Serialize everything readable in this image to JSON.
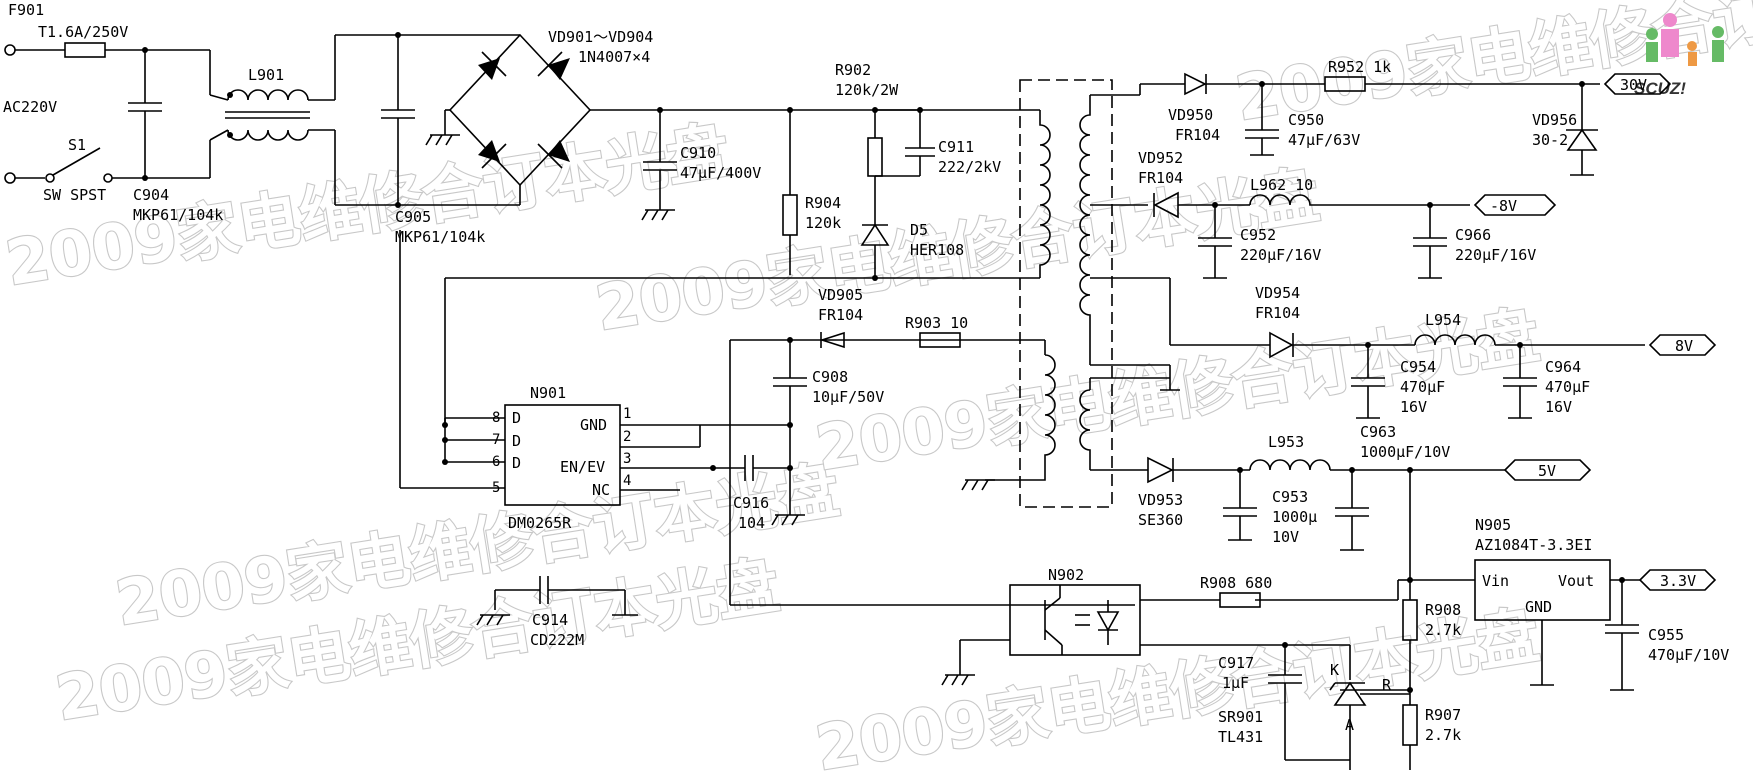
{
  "watermark": "2009家电维修合订本光盘",
  "logo_text": "SCUZ!",
  "labels": {
    "F901": "F901",
    "F901v": "T1.6A/250V",
    "ac": "AC220V",
    "S1": "S1",
    "SW": "SW  SPST",
    "C904": "C904",
    "C904v": "MKP61/104k",
    "L901": "L901",
    "C905": "C905",
    "C905v": "MKP61/104k",
    "VDB": "VD901～VD904",
    "VDBv": "1N4007×4",
    "R902": "R902",
    "R902v": "120k/2W",
    "C910": "C910",
    "C910v": "47μF/400V",
    "C911": "C911",
    "C911v": "222/2kV",
    "R904": "R904",
    "R904v": "120k",
    "D5": "D5",
    "D5v": "HER108",
    "VD905": "VD905",
    "VD905v": "FR104",
    "R903": "R903  10",
    "C908": "C908",
    "C908v": "10μF/50V",
    "N901": "N901",
    "N901t": "DM0265R",
    "p8": "8",
    "p7": "7",
    "p6": "6",
    "p5": "5",
    "p1": "1",
    "p2": "2",
    "p3": "3",
    "p4": "4",
    "D1": "D",
    "D2": "D",
    "D3": "D",
    "GND": "GND",
    "EN": "EN/EV",
    "NC": "NC",
    "C916": "C916",
    "C916v": "104",
    "C914": "C914",
    "C914v": "CD222M",
    "VD950": "VD950",
    "VD950v": "FR104",
    "C950": "C950",
    "C950v": "47μF/63V",
    "R952": "R952  1k",
    "VD956": "VD956",
    "VD956v": "30-2",
    "out30": "30V",
    "VD952": "VD952",
    "VD952v": "FR104",
    "L962": "L962  10",
    "outm8": "-8V",
    "C952": "C952",
    "C952v": "220μF/16V",
    "C966": "C966",
    "C966v": "220μF/16V",
    "VD954": "VD954",
    "VD954v": "FR104",
    "L954": "L954",
    "out8": "8V",
    "C954": "C954",
    "C954v1": "470μF",
    "C954v2": "16V",
    "C964": "C964",
    "C964v1": "470μF",
    "C964v2": "16V",
    "C963": "C963",
    "C963v": "1000μF/10V",
    "L953": "L953",
    "VD953": "VD953",
    "VD953v": "SE360",
    "out5": "5V",
    "C953": "C953",
    "C953v1": "1000μ",
    "C953v2": "10V",
    "N902": "N902",
    "R908a": "R908  680",
    "N905": "N905",
    "N905v": "AZ1084T-3.3EI",
    "Vin": "Vin",
    "Vout": "Vout",
    "GND2": "GND",
    "out33": "3.3V",
    "C955": "C955",
    "C955v": "470μF/10V",
    "R908b": "R908",
    "R908bv": "2.7k",
    "R907": "R907",
    "R907v": "2.7k",
    "C917": "C917",
    "C917v": "1μF",
    "SR901": "SR901",
    "SR901v": "TL431",
    "K": "K",
    "A": "A",
    "R": "R"
  }
}
